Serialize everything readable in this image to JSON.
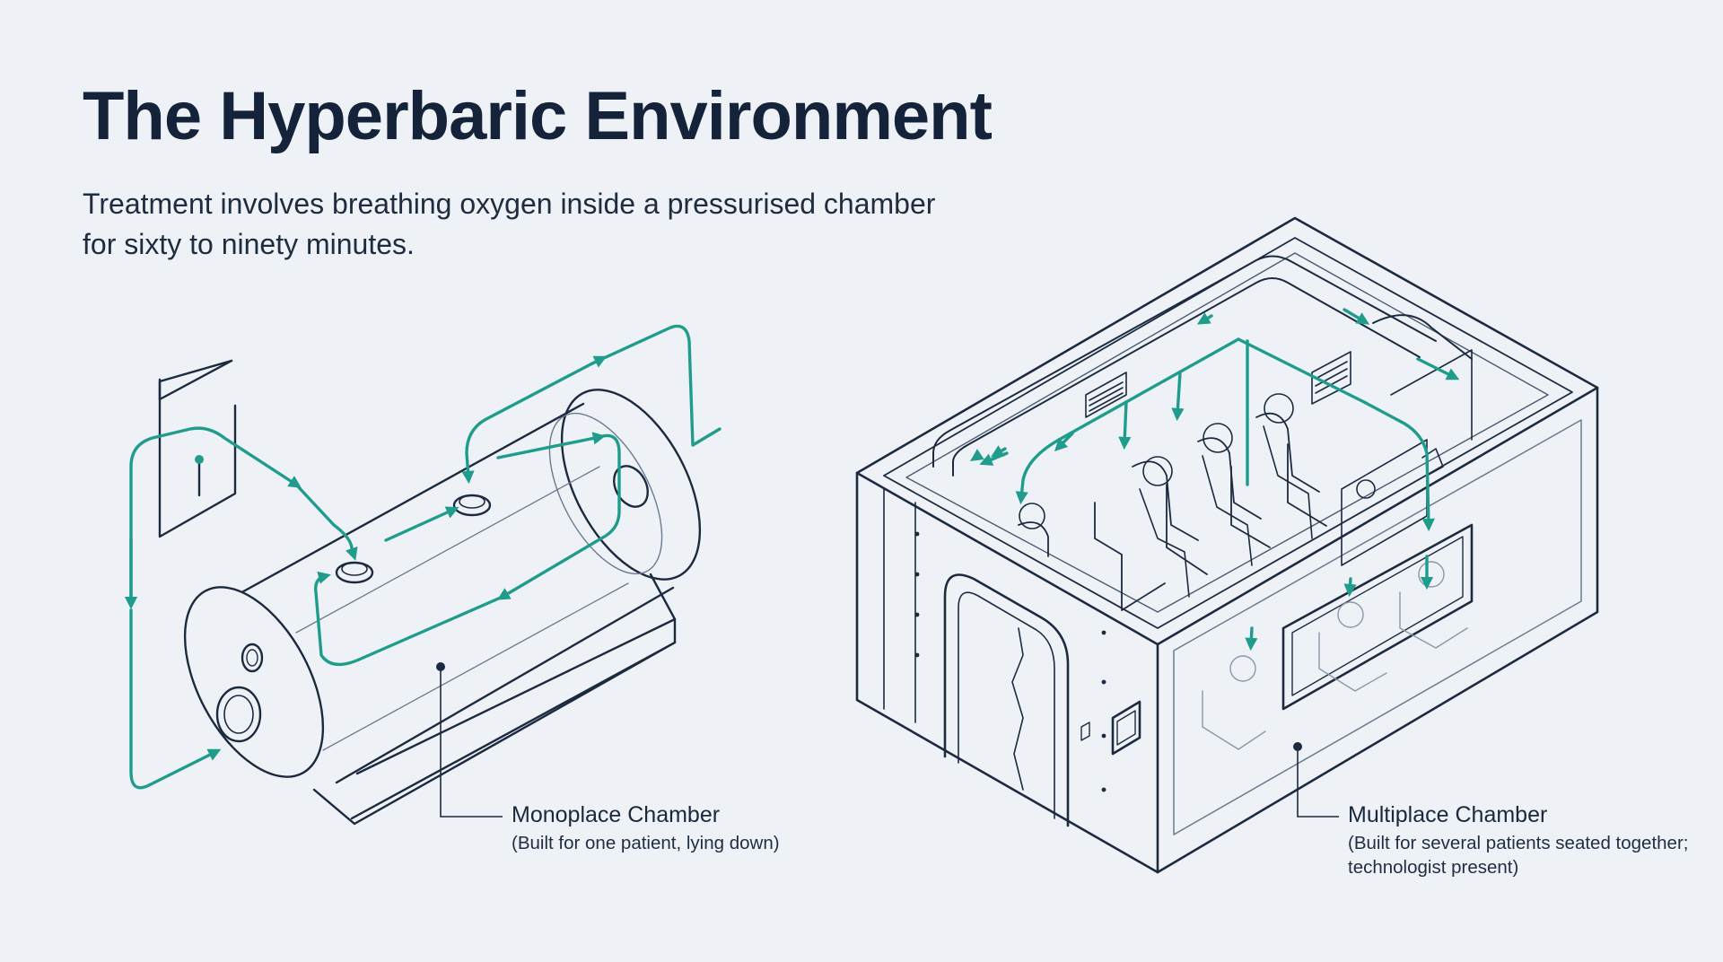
{
  "header": {
    "title": "The Hyperbaric Environment",
    "subtitle": "Treatment involves breathing oxygen inside a pressurised chamber for sixty to ninety minutes."
  },
  "monoplace": {
    "name": "Monoplace Chamber",
    "description": "(Built for one patient, lying down)"
  },
  "multiplace": {
    "name": "Multiplace Chamber",
    "description": "(Built for several patients seated together; technologist present)"
  },
  "colors": {
    "background": "#eef2f6",
    "line": "#1c2a40",
    "airflow": "#1f9c8c"
  },
  "icons": [
    "airflow-arrow",
    "patient-seat",
    "vent-grille",
    "porthole",
    "door"
  ]
}
